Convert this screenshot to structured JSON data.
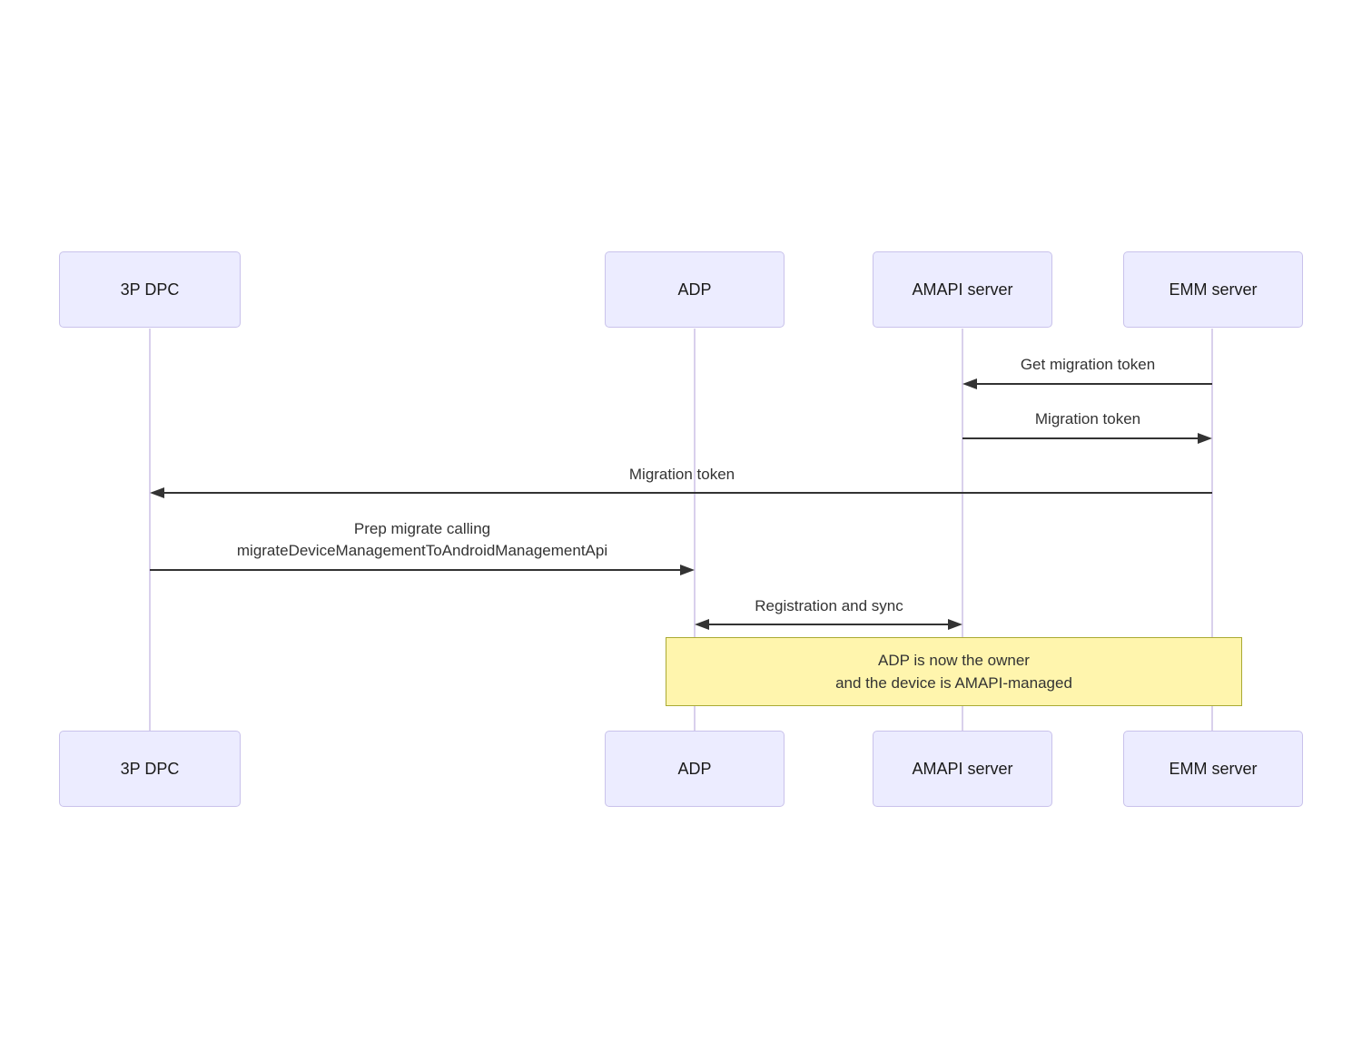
{
  "diagram_type": "sequence-diagram",
  "actors": [
    {
      "id": "3p-dpc",
      "label": "3P DPC"
    },
    {
      "id": "adp",
      "label": "ADP"
    },
    {
      "id": "amapi-server",
      "label": "AMAPI server"
    },
    {
      "id": "emm-server",
      "label": "EMM server"
    }
  ],
  "messages": [
    {
      "from": "emm-server",
      "to": "amapi-server",
      "direction": "left",
      "label": "Get migration token"
    },
    {
      "from": "amapi-server",
      "to": "emm-server",
      "direction": "right",
      "label": "Migration token"
    },
    {
      "from": "emm-server",
      "to": "3p-dpc",
      "direction": "left",
      "label": "Migration token"
    },
    {
      "from": "3p-dpc",
      "to": "adp",
      "direction": "right",
      "label_line1": "Prep migrate calling",
      "label_line2": "migrateDeviceManagementToAndroidManagementApi"
    },
    {
      "from": "adp",
      "to": "amapi-server",
      "direction": "both",
      "label": "Registration and sync"
    }
  ],
  "note": {
    "over": [
      "adp",
      "emm-server"
    ],
    "line1": "ADP is now the owner",
    "line2": "and the device is AMAPI-managed"
  },
  "colors": {
    "actor_fill": "#ececff",
    "actor_border": "#c9c2eb",
    "lifeline": "#d9d0ec",
    "arrow": "#333333",
    "message_text": "#333333",
    "actor_text": "#1a1a1a",
    "note_fill": "#fff5ad",
    "note_border": "#aaaa33",
    "background": "#ffffff"
  }
}
